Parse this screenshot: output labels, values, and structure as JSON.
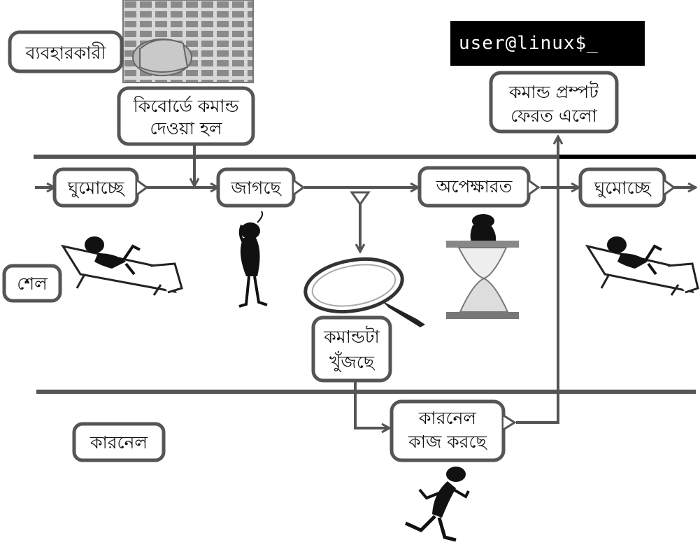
{
  "labels": {
    "user": "ব্যবহারকারী",
    "shell": "শেল",
    "kernel": "কারনেল",
    "keyboard_line1": "কিবোর্ডে কমান্ড",
    "keyboard_line2": "দেওয়া হল",
    "prompt_line1": "কমান্ড প্রম্পট",
    "prompt_line2": "ফেরত এলো",
    "state_sleeping_1": "ঘুমোচ্ছে",
    "state_awake": "জাগছে",
    "state_waiting": "অপেক্ষারত",
    "state_sleeping_2": "ঘুমোচ্ছে",
    "searching_line1": "কমান্ডটা",
    "searching_line2": "খুঁজছে",
    "kernel_line1": "কারনেল",
    "kernel_line2": "কাজ করছে"
  },
  "terminal": {
    "prompt_text": "user@linux$_",
    "bg_color": "#000000",
    "text_color": "#ffffff"
  },
  "colors": {
    "line": "#555555",
    "box_stroke": "#555555",
    "top_rule_right": "#000000"
  },
  "pictures": {
    "keyboard": "keyboard-hand-photo",
    "sleeper_1": "sleeping-figure-icon",
    "thinker": "thinking-figure-icon",
    "magnifier": "magnifying-glass-icon",
    "hourglass": "hourglass-figure-icon",
    "sleeper_2": "sleeping-figure-icon",
    "runner": "running-figure-icon"
  }
}
